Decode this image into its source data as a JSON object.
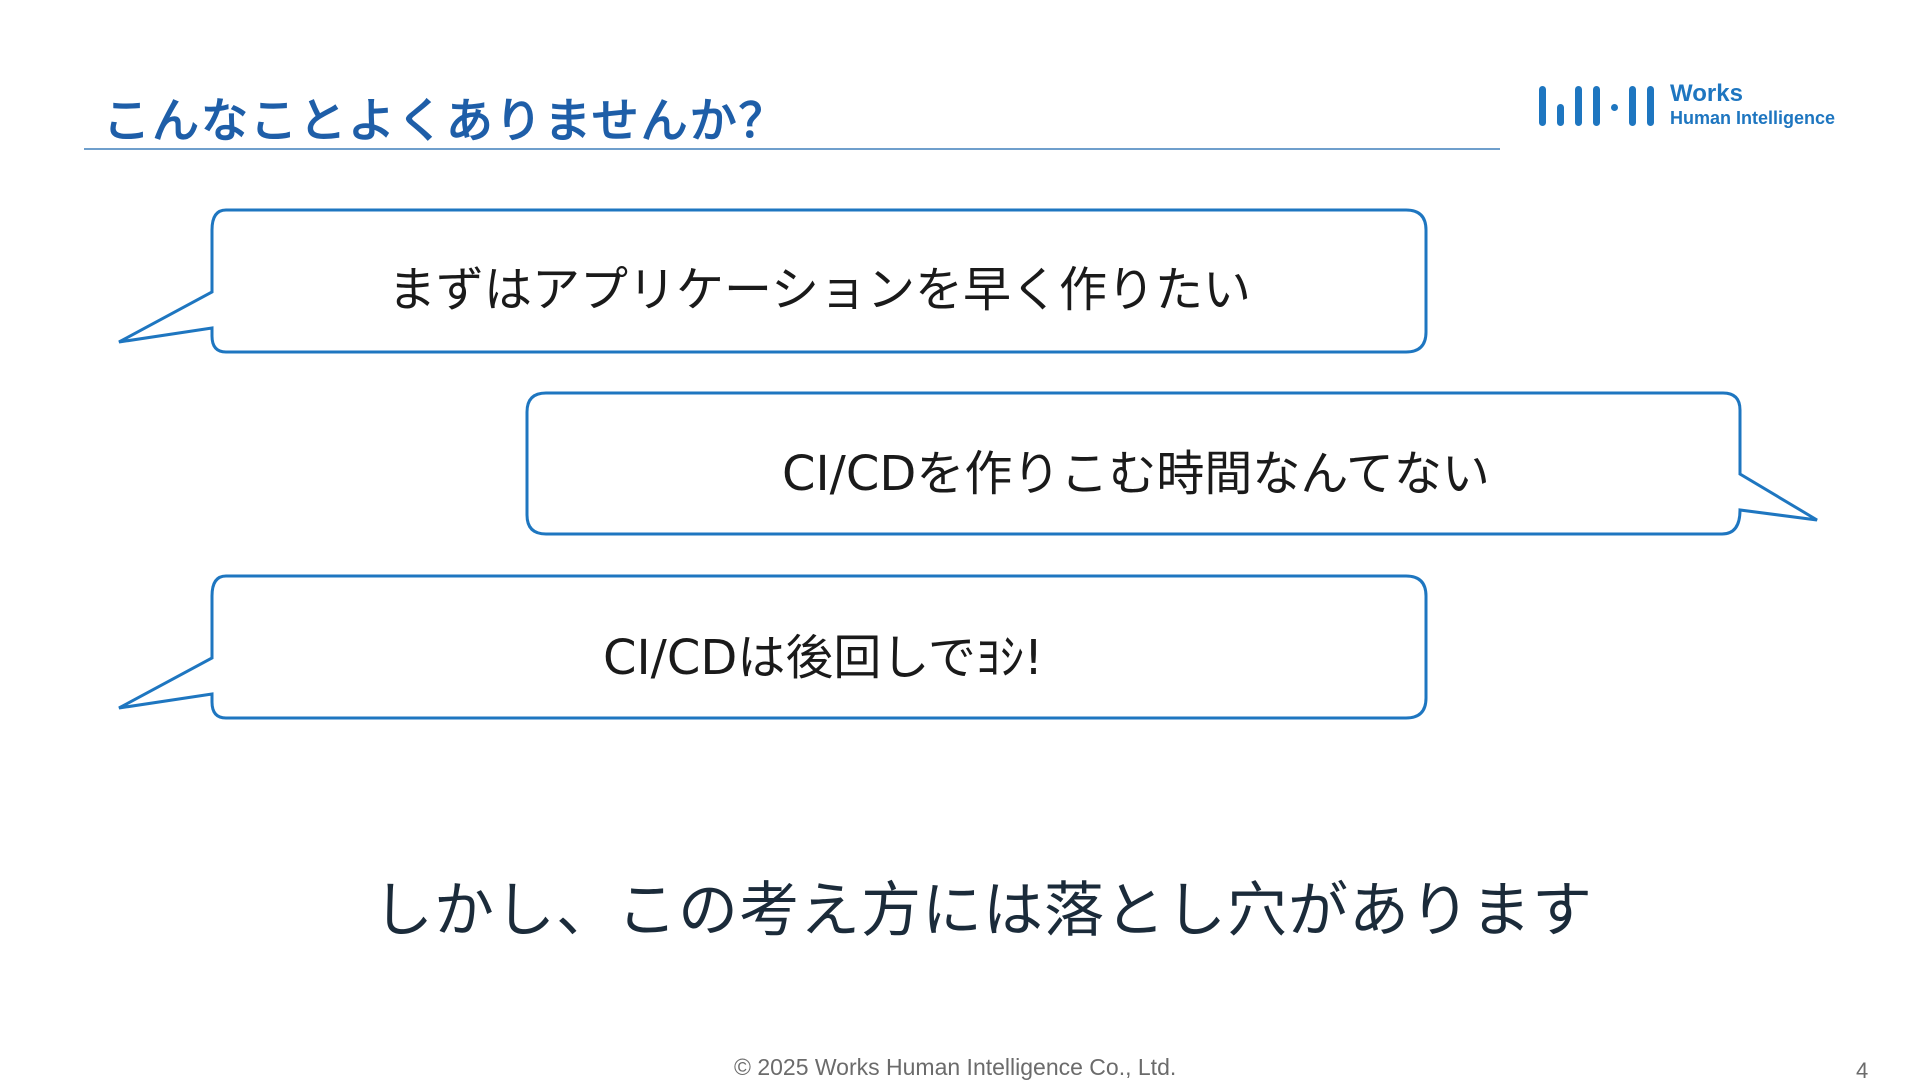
{
  "header": {
    "title": "こんなことよくありませんか？"
  },
  "logo": {
    "line1": "Works",
    "line2": "Human Intelligence",
    "color": "#1e76c0"
  },
  "bubbles": [
    {
      "text": "まずはアプリケーションを早く作りたい",
      "tail": "left"
    },
    {
      "text": "CI/CDを作りこむ時間なんてない",
      "tail": "right"
    },
    {
      "text": "CI/CDは後回しでﾖｼ!",
      "tail": "left"
    }
  ],
  "conclusion": "しかし、この考え方には落とし穴があります",
  "footer": {
    "copyright": "© 2025 Works Human Intelligence Co., Ltd.",
    "page_number": "4"
  },
  "colors": {
    "title": "#1e5ea8",
    "bubble_border": "#1e76c0",
    "rule": "#6f9fcc"
  }
}
